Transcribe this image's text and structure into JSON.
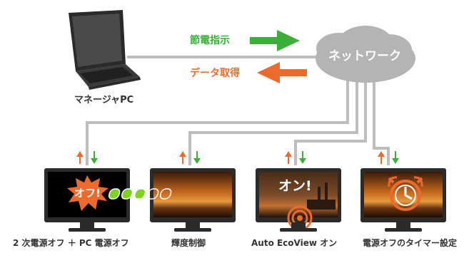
{
  "pc_label": "マネージャPC",
  "network_label": "ネットワーク",
  "command_label": "節電指示",
  "data_label": "データ取得",
  "colors": {
    "green": "#3cae3a",
    "orange": "#ee6a2c",
    "line": "#bdbdbd",
    "cloud": "#b4b4b4",
    "text": "#333333"
  },
  "monitors": [
    {
      "label": "2 次電源オフ ＋ PC 電源オフ",
      "screen": "off",
      "overlay_text": "オフ!"
    },
    {
      "label": "輝度制御",
      "screen": "sunset",
      "overlay_text": ""
    },
    {
      "label": "Auto EcoView オン",
      "screen": "factory",
      "overlay_text": "オン!"
    },
    {
      "label": "電源オフのタイマー設定",
      "screen": "sunset",
      "overlay_text": ""
    }
  ]
}
